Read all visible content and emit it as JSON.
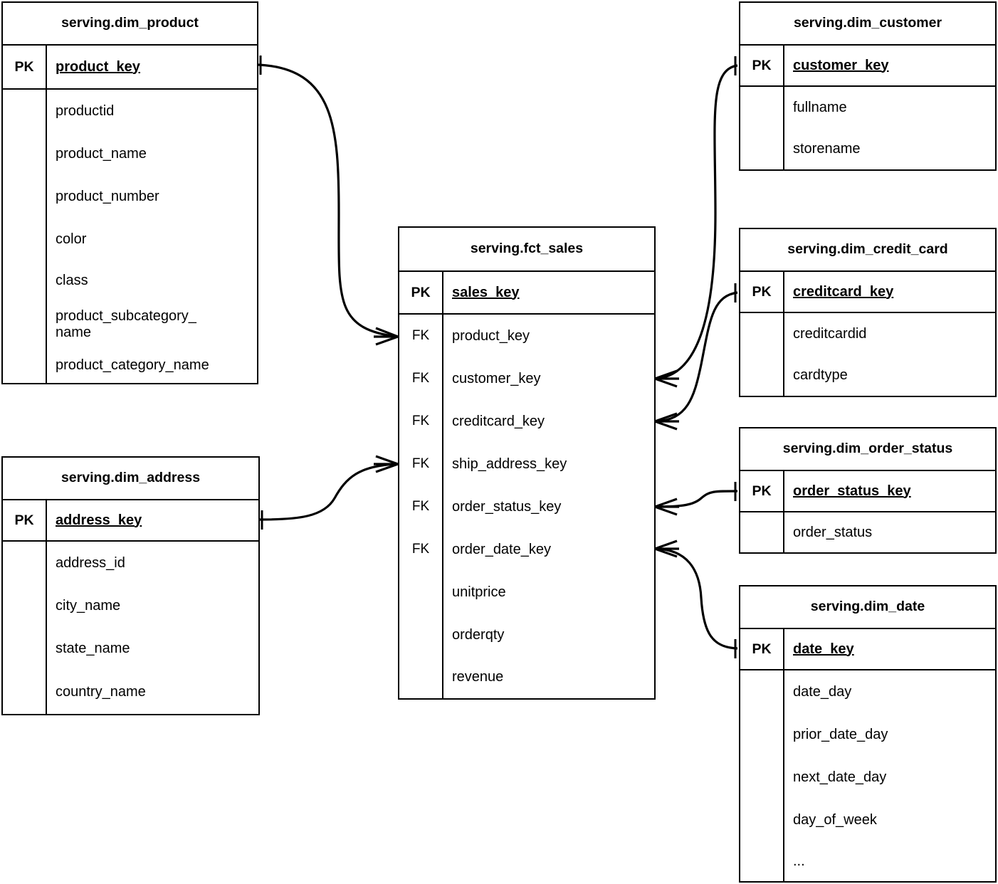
{
  "diagram": {
    "kind": "entity-relationship-diagram",
    "notation": "crow's-foot",
    "background_color": "#ffffff",
    "line_color": "#000000",
    "text_color": "#000000"
  },
  "entities": [
    {
      "id": "dim_product",
      "title": "serving.dim_product",
      "pk_label": "PK",
      "pk_column": "product_key",
      "attributes": [
        {
          "key": "",
          "name": "productid"
        },
        {
          "key": "",
          "name": "product_name"
        },
        {
          "key": "",
          "name": "product_number"
        },
        {
          "key": "",
          "name": "color"
        },
        {
          "key": "",
          "name": "class"
        },
        {
          "key": "",
          "name": "product_subcategory_\nname"
        },
        {
          "key": "",
          "name": "product_category_name"
        }
      ]
    },
    {
      "id": "dim_address",
      "title": "serving.dim_address",
      "pk_label": "PK",
      "pk_column": "address_key",
      "attributes": [
        {
          "key": "",
          "name": "address_id"
        },
        {
          "key": "",
          "name": "city_name"
        },
        {
          "key": "",
          "name": "state_name"
        },
        {
          "key": "",
          "name": "country_name"
        }
      ]
    },
    {
      "id": "fct_sales",
      "title": "serving.fct_sales",
      "pk_label": "PK",
      "pk_column": "sales_key",
      "attributes": [
        {
          "key": "FK",
          "name": "product_key"
        },
        {
          "key": "FK",
          "name": "customer_key"
        },
        {
          "key": "FK",
          "name": "creditcard_key"
        },
        {
          "key": "FK",
          "name": "ship_address_key"
        },
        {
          "key": "FK",
          "name": "order_status_key"
        },
        {
          "key": "FK",
          "name": "order_date_key"
        },
        {
          "key": "",
          "name": "unitprice"
        },
        {
          "key": "",
          "name": "orderqty"
        },
        {
          "key": "",
          "name": "revenue"
        }
      ]
    },
    {
      "id": "dim_customer",
      "title": "serving.dim_customer",
      "pk_label": "PK",
      "pk_column": "customer_key",
      "attributes": [
        {
          "key": "",
          "name": "fullname"
        },
        {
          "key": "",
          "name": "storename"
        }
      ]
    },
    {
      "id": "dim_credit_card",
      "title": "serving.dim_credit_card",
      "pk_label": "PK",
      "pk_column": "creditcard_key",
      "attributes": [
        {
          "key": "",
          "name": "creditcardid"
        },
        {
          "key": "",
          "name": "cardtype"
        }
      ]
    },
    {
      "id": "dim_order_status",
      "title": "serving.dim_order_status",
      "pk_label": "PK",
      "pk_column": "order_status_key",
      "attributes": [
        {
          "key": "",
          "name": "order_status"
        }
      ]
    },
    {
      "id": "dim_date",
      "title": "serving.dim_date",
      "pk_label": "PK",
      "pk_column": "date_key",
      "attributes": [
        {
          "key": "",
          "name": "date_day"
        },
        {
          "key": "",
          "name": "prior_date_day"
        },
        {
          "key": "",
          "name": "next_date_day"
        },
        {
          "key": "",
          "name": "day_of_week"
        },
        {
          "key": "",
          "name": "..."
        }
      ]
    }
  ],
  "relationships": [
    {
      "id": "rel-product-sales",
      "from": "dim_product.product_key",
      "to": "fct_sales.product_key",
      "from_cardinality": "one",
      "to_cardinality": "many"
    },
    {
      "id": "rel-address-sales",
      "from": "dim_address.address_key",
      "to": "fct_sales.ship_address_key",
      "from_cardinality": "one",
      "to_cardinality": "many"
    },
    {
      "id": "rel-sales-customer",
      "from": "fct_sales.customer_key",
      "to": "dim_customer.customer_key",
      "from_cardinality": "many",
      "to_cardinality": "one"
    },
    {
      "id": "rel-sales-creditcard",
      "from": "fct_sales.creditcard_key",
      "to": "dim_credit_card.creditcard_key",
      "from_cardinality": "many",
      "to_cardinality": "one"
    },
    {
      "id": "rel-sales-orderstatus",
      "from": "fct_sales.order_status_key",
      "to": "dim_order_status.order_status_key",
      "from_cardinality": "many",
      "to_cardinality": "one"
    },
    {
      "id": "rel-sales-date",
      "from": "fct_sales.order_date_key",
      "to": "dim_date.date_key",
      "from_cardinality": "many",
      "to_cardinality": "one"
    }
  ]
}
